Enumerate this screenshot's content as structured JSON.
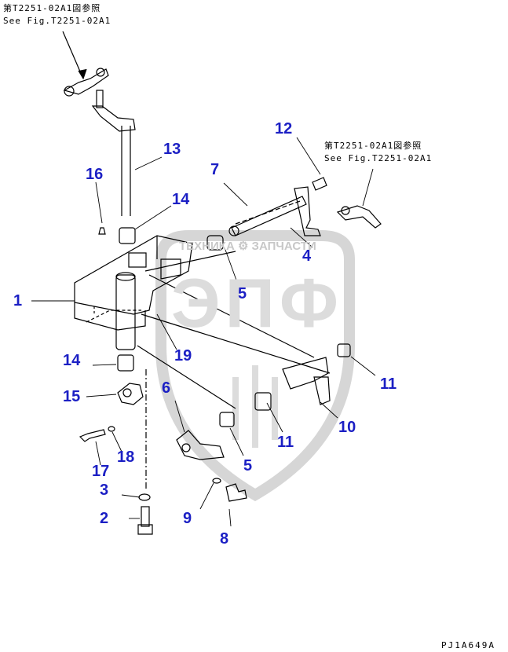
{
  "references": {
    "top_left_jp": "第T2251-02A1図参照",
    "top_left_en": "See Fig.T2251-02A1",
    "right_jp": "第T2251-02A1図参照",
    "right_en": "See Fig.T2251-02A1"
  },
  "watermark": {
    "company": "ТЕХНИКА ⚙ ЗАПЧАСТИ",
    "logo": "ЭПФ"
  },
  "callouts": [
    "1",
    "2",
    "3",
    "4",
    "5",
    "5",
    "6",
    "7",
    "8",
    "9",
    "10",
    "11",
    "11",
    "12",
    "13",
    "14",
    "14",
    "15",
    "16",
    "17",
    "18",
    "19"
  ],
  "drawing_code": "PJ1A649A",
  "colors": {
    "callout": "#1b1fc4",
    "line": "#000000",
    "watermark": "#d4d4d4"
  }
}
